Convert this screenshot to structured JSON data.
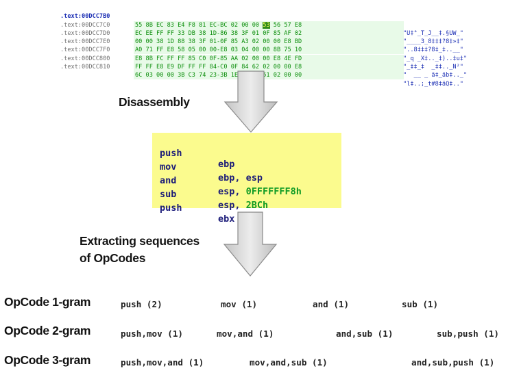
{
  "hexdump": {
    "rows": [
      {
        "addr": ".text:00DCC7B0",
        "bytes_pre": "55 8B EC 83 E4 F8 81 EC-BC 02 00 00 ",
        "bytes_hl": "53",
        "bytes_post": " 56 57 E8",
        "ascii": "\"U‡°_T_J__‡.§UW_\""
      },
      {
        "addr": ".text:00DCC7C0",
        "bytes_pre": "EC EE FF FF 33 DB 38 1D-86 38 3F 01 0F 85 AF 02",
        "bytes_hl": "",
        "bytes_post": "",
        "ascii": "\"____3_8‡‡‡?8‡»‡\""
      },
      {
        "addr": ".text:00DCC7D0",
        "bytes_pre": "00 00 38 1D 88 38 3F 01-0F 85 A3 02 00 00 E8 BD",
        "bytes_hl": "",
        "bytes_post": "",
        "ascii": "\"..8‡‡‡?8‡_‡..__\""
      },
      {
        "addr": ".text:00DCC7E0",
        "bytes_pre": "A0 71 FF E8 58 05 00 00-E8 03 04 00 00 8B 75 10",
        "bytes_hl": "",
        "bytes_post": "",
        "ascii": "\"_q _X‡.._‡)..‡u‡\""
      },
      {
        "addr": ".text:00DCC7F0",
        "bytes_pre": "E8 8B FC FF FF 85 C0 0F-85 AA 02 00 00 E8 4E FD",
        "bytes_hl": "",
        "bytes_post": "",
        "ascii": "\"_‡‡_‡  _‡‡.._N²\""
      },
      {
        "addr": ".text:00DCC800",
        "bytes_pre": "FF FF E8 E9 DF FF FF 84-C0 0F 84 62 02 00 00 E8",
        "bytes_hl": "",
        "bytes_post": "",
        "ascii": "\"  __ _ ä‡_äb‡.._\""
      },
      {
        "addr": ".text:00DCC810",
        "bytes_pre": "6C 03 00 00 3B C3 74 23-3B 1E 0F 84 51 02 00 00",
        "bytes_hl": "",
        "bytes_post": "",
        "ascii": "\"l‡..;_t#8‡äQ‡..\""
      }
    ]
  },
  "labels": {
    "disassembly": "Disassembly",
    "extracting_line1": "Extracting sequences",
    "extracting_line2": "of OpCodes"
  },
  "assembly": [
    {
      "mnemonic": "push",
      "operand": "ebp",
      "immediate": ""
    },
    {
      "mnemonic": "mov",
      "operand": "ebp, esp",
      "immediate": ""
    },
    {
      "mnemonic": "and",
      "operand": "esp, ",
      "immediate": "0FFFFFFF8h"
    },
    {
      "mnemonic": "sub",
      "operand": "esp, ",
      "immediate": "2BCh"
    },
    {
      "mnemonic": "push",
      "operand": "ebx",
      "immediate": ""
    }
  ],
  "ngrams": [
    {
      "label": "OpCode 1-gram",
      "items": [
        "push (2)",
        "mov (1)",
        "and (1)",
        "sub (1)"
      ]
    },
    {
      "label": "OpCode 2-gram",
      "items": [
        "push,mov (1)",
        "mov,and (1)",
        "and,sub (1)",
        "sub,push (1)"
      ]
    },
    {
      "label": "OpCode 3-gram",
      "items": [
        "push,mov,and (1)",
        "mov,and,sub (1)",
        "and,sub,push (1)"
      ]
    }
  ],
  "colors": {
    "hex_bytes_bg": "#e8fae8",
    "hex_bytes_text": "#0a8d0a",
    "hex_highlight": "#2e8b1a",
    "asm_box_bg": "#fbfb8e",
    "asm_immediate": "#0f9a25",
    "arrow_fill": "#d6d6d6"
  }
}
